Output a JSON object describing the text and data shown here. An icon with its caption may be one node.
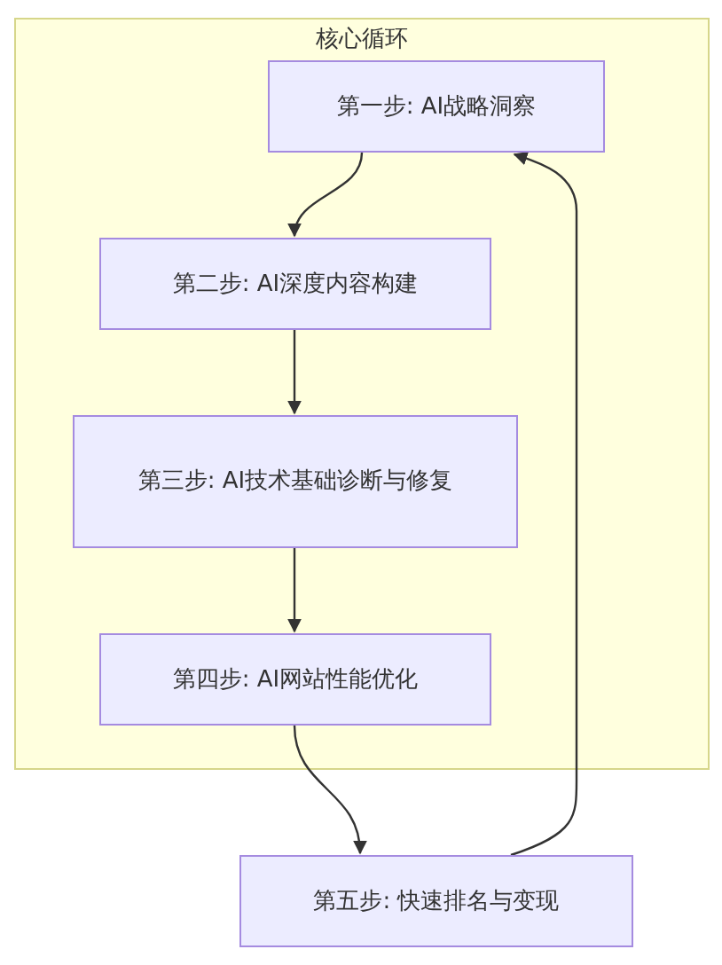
{
  "diagram": {
    "nodes": [
      {
        "text": [
          "核心循环"
        ]
      },
      {
        "text": [
          "第一步: AI战略洞察"
        ],
        "in": 0
      },
      {
        "text": [
          "第二步: AI深度内容构建"
        ],
        "in": 0
      },
      {
        "text": [
          "第三步: AI技术基础诊断与修复"
        ],
        "in": 0
      },
      {
        "text": [
          "第四步: AI网站性能优化"
        ],
        "in": 0
      },
      {
        "text": [
          "第五步: 快速排名与变现"
        ]
      }
    ],
    "edges": [
      {
        "from": 1,
        "to": 2,
        "arrow": "to"
      },
      {
        "from": 2,
        "to": 3,
        "arrow": "to"
      },
      {
        "from": 3,
        "to": 4,
        "arrow": "to"
      },
      {
        "from": 4,
        "to": 5,
        "arrow": "to"
      },
      {
        "from": 5,
        "to": 1,
        "arrow": "to"
      }
    ]
  }
}
